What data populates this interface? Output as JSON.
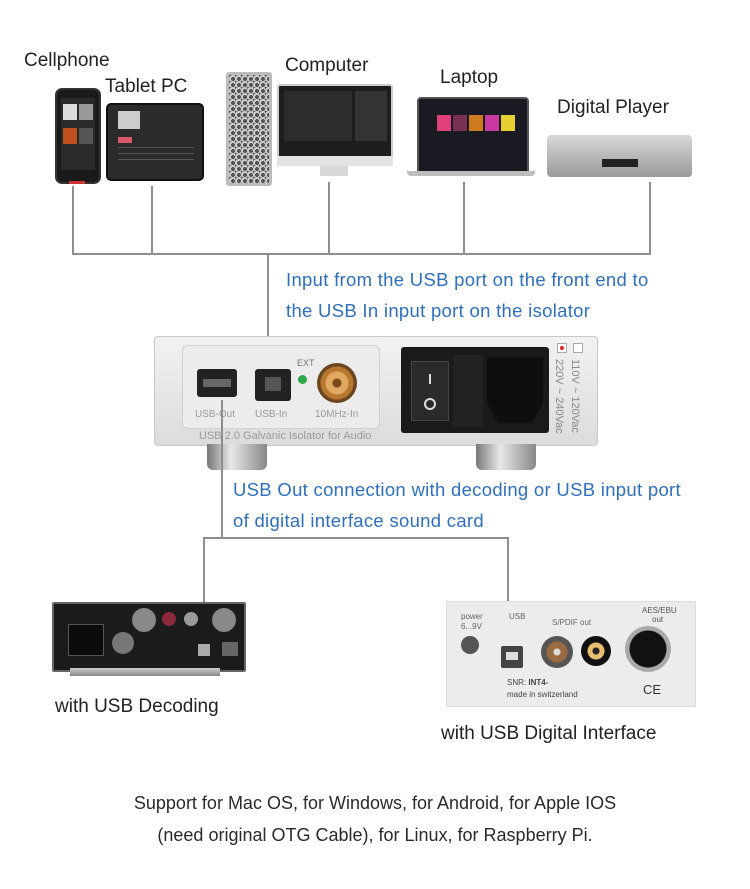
{
  "devices": {
    "cellphone": "Cellphone",
    "tablet": "Tablet PC",
    "computer": "Computer",
    "laptop": "Laptop",
    "digital_player": "Digital Player"
  },
  "annotations": {
    "input_line1": "Input from the USB port on the front end to",
    "input_line2": "the USB In input port on the isolator",
    "output_line1": "USB Out connection with decoding or USB input port",
    "output_line2": "of digital interface sound card"
  },
  "isolator": {
    "port_usb_out": "USB-Out",
    "port_usb_in": "USB-In",
    "ext_label": "EXT",
    "port_10mhz": "10MHz-In",
    "product_name": "USB 2.0 Galvanic Isolator for Audio",
    "voltage_1": "110V ~ 120Vac",
    "voltage_2": "220V ~ 240Vac",
    "selected_voltage": "220V ~ 240Vac"
  },
  "targets": {
    "decoding_caption": "with USB Decoding",
    "interface_caption": "with USB Digital Interface",
    "interface_labels": {
      "power": "power",
      "power_range": "6...9V",
      "usb": "USB",
      "spdif": "S/PDIF out",
      "aes": "AES/EBU",
      "aes_out": "out",
      "snr": "SNR:",
      "snr_value": "INT4-",
      "made_in": "made in switzerland",
      "ce": "CE"
    }
  },
  "footer": {
    "line1": "Support for Mac OS, for Windows, for Android, for Apple IOS",
    "line2": "(need original OTG Cable), for Linux, for Raspberry Pi."
  },
  "colors": {
    "annotation_blue": "#2f6fbd",
    "connector_gray": "#8e8e8e",
    "led_green": "#2fa84a",
    "bnc_gold": "#c98a3a"
  }
}
